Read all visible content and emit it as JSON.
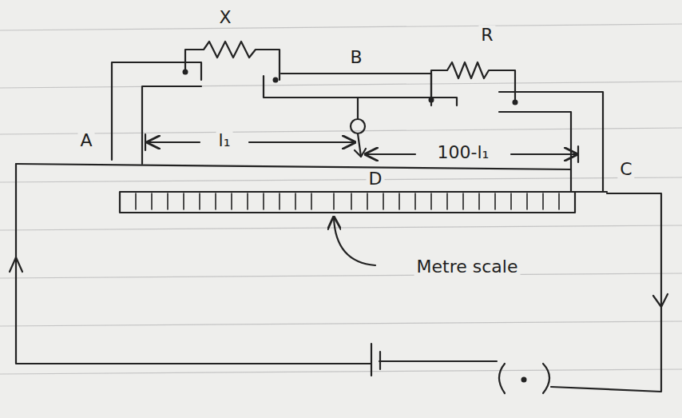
{
  "diagram": {
    "labels": [
      "X",
      "B",
      "R",
      "A",
      "C",
      "l₁",
      "100-l₁",
      "D",
      "Metre scale"
    ]
  }
}
